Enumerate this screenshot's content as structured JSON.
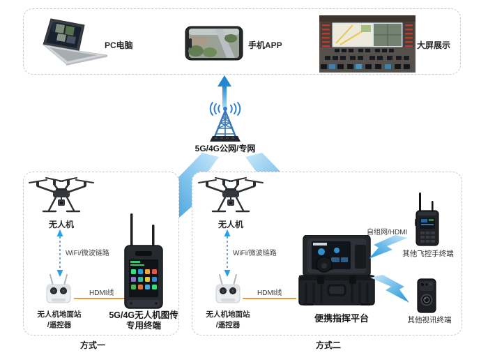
{
  "top": {
    "pc_label": "PC电脑",
    "phone_label": "手机APP",
    "screen_label": "大屏展示"
  },
  "network": {
    "label": "5G/4G公网/专网"
  },
  "method1": {
    "caption": "方式一",
    "drone": "无人机",
    "wifi_link": "WiFi/微波链路",
    "ground1": "无人机地面站",
    "ground2": "/遥控器",
    "hdmi": "HDMI线",
    "terminal1": "5G/4G无人机图传",
    "terminal2": "专用终端"
  },
  "method2": {
    "caption": "方式二",
    "drone": "无人机",
    "wifi_link": "WiFi/微波链路",
    "ground1": "无人机地面站",
    "ground2": "/遥控器",
    "hdmi": "HDMI线",
    "platform": "便携指挥平台",
    "adhoc": "自组网/HDMI",
    "handheld": "其他飞控手终端",
    "video_terminal": "其他视讯终端"
  },
  "icons": [
    "laptop-icon",
    "phone-icon",
    "control-room-image",
    "network-tower-icon",
    "up-arrow-icon",
    "lightning-bolt-icon",
    "drone-icon",
    "wifi-dashed-arrow-icon",
    "controller-icon",
    "terminal-icon",
    "command-case-icon",
    "handheld-radio-icon",
    "bodycam-icon"
  ],
  "colors": {
    "link_blue": "#2ba0e0",
    "bolt_blue": "#2196d9",
    "hdmi_orange": "#e79b3c",
    "box_border_gray": "#c3c9d0",
    "tower_blue": "#3a79b8"
  }
}
